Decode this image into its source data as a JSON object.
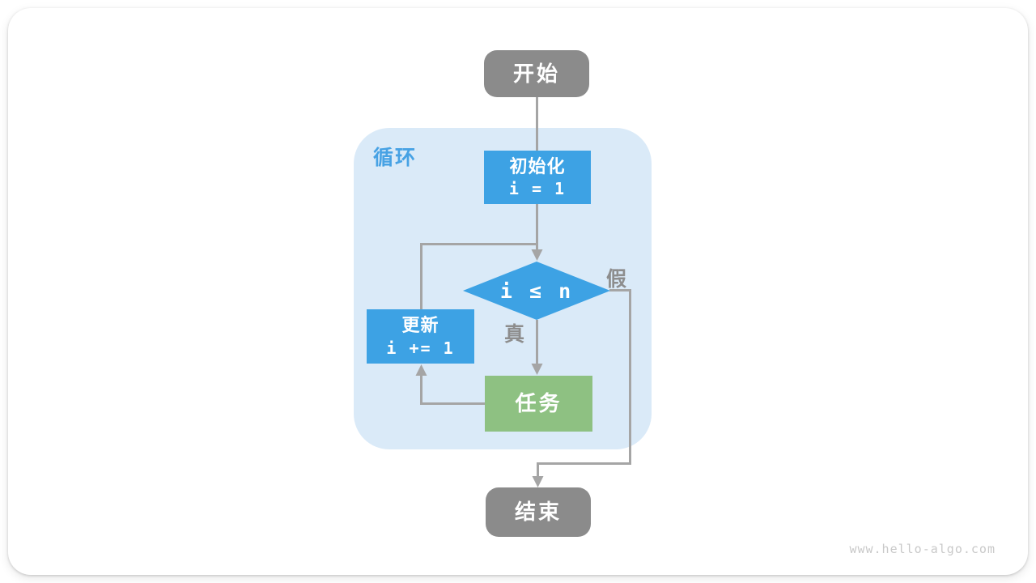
{
  "diagram": {
    "type": "flowchart",
    "loop_label": "循环",
    "nodes": {
      "start": {
        "label": "开始"
      },
      "init": {
        "label": "初始化",
        "code": "i = 1"
      },
      "condition": {
        "label": "i ≤ n"
      },
      "update": {
        "label": "更新",
        "code": "i += 1"
      },
      "task": {
        "label": "任务"
      },
      "end": {
        "label": "结束"
      }
    },
    "edge_labels": {
      "true": "真",
      "false": "假"
    },
    "colors": {
      "terminal_gray": "#8b8b8b",
      "process_blue": "#3da2e4",
      "task_green": "#8ec182",
      "loop_region_bg": "#daeaf8",
      "loop_label_blue": "#47a2e4",
      "edge_line_gray": "#a5a5a5",
      "branch_label_gray": "#8d8d8d",
      "watermark_gray": "#c9c9c9"
    }
  },
  "watermark": "www.hello-algo.com"
}
